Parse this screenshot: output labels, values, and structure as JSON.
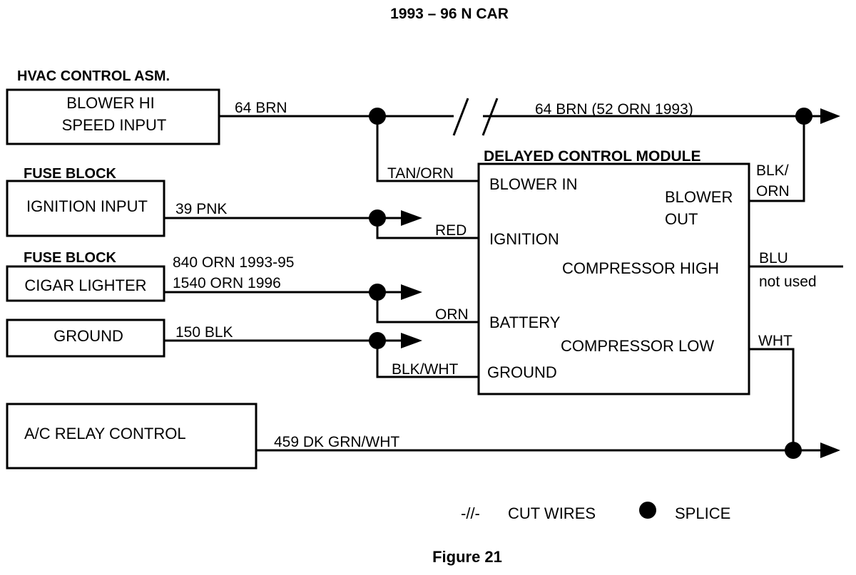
{
  "title": "1993 – 96  N CAR",
  "figure_caption": "Figure 21",
  "sources": {
    "hvac_header": "HVAC CONTROL ASM.",
    "hvac_line1": "BLOWER HI",
    "hvac_line2": "SPEED INPUT",
    "fuse1_header": "FUSE BLOCK",
    "fuse1_label": "IGNITION INPUT",
    "fuse2_header": "FUSE BLOCK",
    "fuse2_label": "CIGAR LIGHTER",
    "ground_label": "GROUND",
    "ac_relay_label": "A/C RELAY CONTROL"
  },
  "module": {
    "title": "DELAYED CONTROL MODULE",
    "blower_in": "BLOWER IN",
    "ignition": "IGNITION",
    "battery": "BATTERY",
    "ground": "GROUND",
    "blower_out_1": "BLOWER",
    "blower_out_2": "OUT",
    "compressor_high": "COMPRESSOR HIGH",
    "compressor_low": "COMPRESSOR LOW"
  },
  "wires": {
    "brn_left": "64 BRN",
    "brn_right": "64 BRN (52 ORN 1993)",
    "tan_orn": "TAN/ORN",
    "pnk": "39 PNK",
    "red": "RED",
    "orn_1993": "840 ORN 1993-95",
    "orn_1996": "1540 ORN 1996",
    "orn": "ORN",
    "blk150": "150 BLK",
    "blk_wht": "BLK/WHT",
    "blk_orn_1": "BLK/",
    "blk_orn_2": "ORN",
    "blu": "BLU",
    "not_used": "not used",
    "wht": "WHT",
    "dk_grn": "459  DK GRN/WHT"
  },
  "legend": {
    "cut_symbol": "-//-",
    "cut_label": "CUT WIRES",
    "splice_label": "SPLICE"
  }
}
